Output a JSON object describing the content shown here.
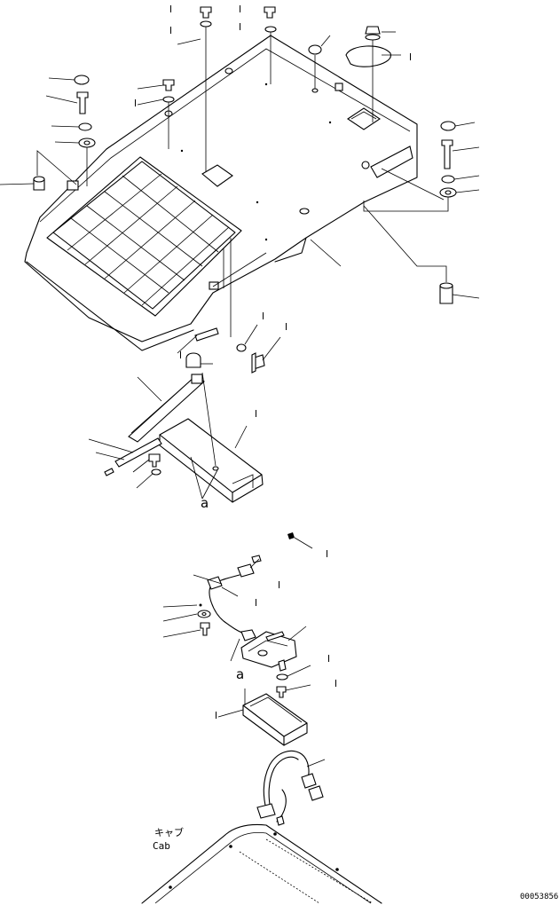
{
  "labels": {
    "ref_a_upper": "a",
    "ref_a_lower": "a",
    "cab_jp": "キャブ",
    "cab_en": "Cab",
    "drawing_code": "00053856"
  }
}
